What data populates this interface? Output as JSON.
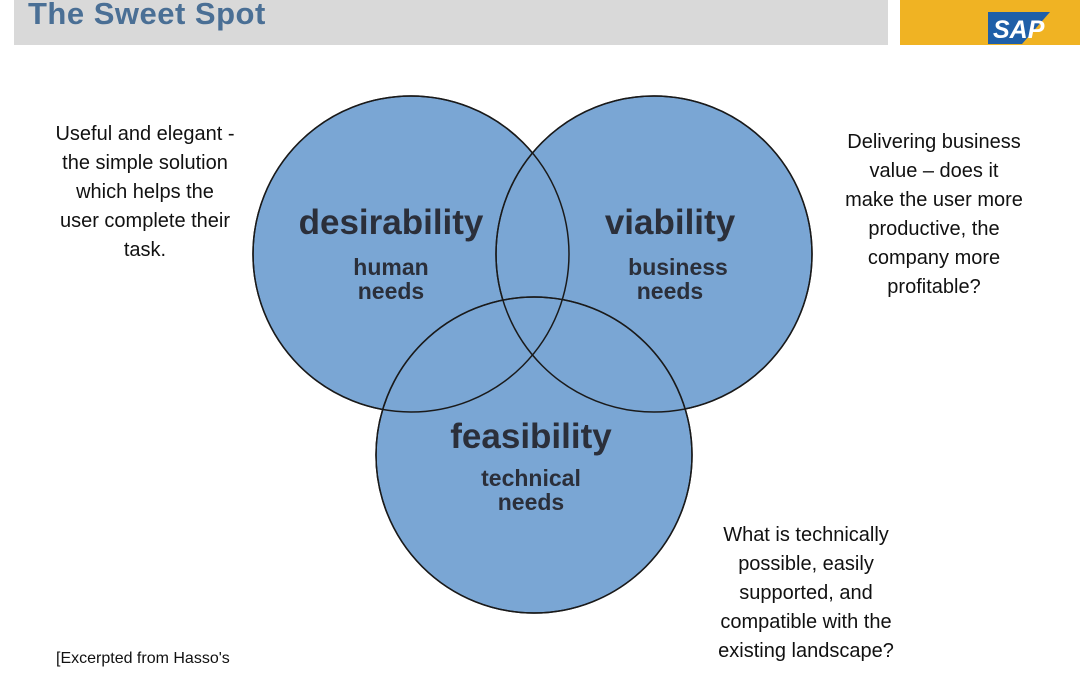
{
  "header": {
    "title": "The Sweet Spot",
    "logo_text": "SAP",
    "bar_color": "#d9d9d9",
    "title_color": "#4a6f95",
    "logo_color": "#f0b323"
  },
  "diagram": {
    "circle_fill": "#7aa6d4",
    "circles": [
      {
        "title": "desirability",
        "subtitle_line1": "human",
        "subtitle_line2": "needs"
      },
      {
        "title": "viability",
        "subtitle_line1": "business",
        "subtitle_line2": "needs"
      },
      {
        "title": "feasibility",
        "subtitle_line1": "technical",
        "subtitle_line2": "needs"
      }
    ]
  },
  "annotations": {
    "left": [
      "Useful and elegant -",
      "the simple solution",
      "which helps the",
      "user complete their",
      "task."
    ],
    "right": [
      "Delivering business",
      "value – does it",
      "make the user more",
      "productive, the",
      "company more",
      "profitable?"
    ],
    "bottom": [
      "What is technically",
      "possible, easily",
      "supported, and",
      "compatible with the",
      "existing landscape?"
    ]
  },
  "footnote": "[Excerpted from Hasso's"
}
